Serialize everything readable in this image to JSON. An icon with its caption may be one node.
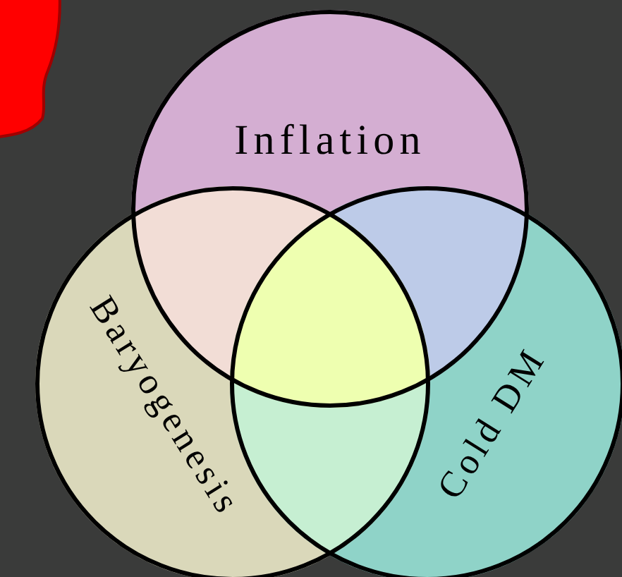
{
  "diagram": {
    "nodes": [
      {
        "text": [
          "Inflation"
        ]
      },
      {
        "text": [
          "Baryogenesis"
        ]
      },
      {
        "text": [
          "Cold DM"
        ]
      },
      {
        "text": [],
        "shape": "blob"
      }
    ]
  }
}
